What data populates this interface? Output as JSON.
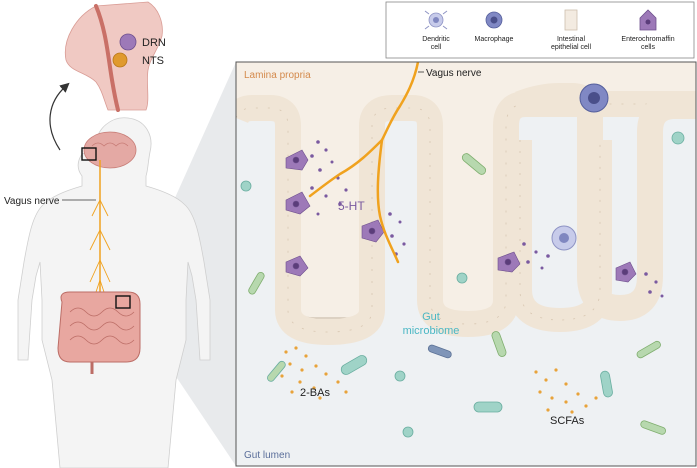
{
  "legend": {
    "items": [
      {
        "label_line1": "Dendritic",
        "label_line2": "cell",
        "icon": "dendritic-cell-icon"
      },
      {
        "label_line1": "Macrophage",
        "label_line2": "",
        "icon": "macrophage-icon"
      },
      {
        "label_line1": "Intestinal",
        "label_line2": "epithelial cell",
        "icon": "epithelial-cell-icon"
      },
      {
        "label_line1": "Enterochromaffin",
        "label_line2": "cells",
        "icon": "enterochromaffin-cell-icon"
      }
    ]
  },
  "brain": {
    "drn_label": "DRN",
    "nts_label": "NTS"
  },
  "body_diagram": {
    "vagus_label": "Vagus nerve"
  },
  "zoom": {
    "lamina_propria_label": "Lamina propria",
    "vagus_label": "Vagus nerve",
    "serotonin_label": "5-HT",
    "microbiome_line1": "Gut",
    "microbiome_line2": "microbiome",
    "bile_acids_label": "2-BAs",
    "scfa_label": "SCFAs",
    "gut_lumen_label": "Gut lumen"
  },
  "colors": {
    "nerve": "#f0a21e",
    "ec_cell": "#9d79b8",
    "serotonin": "#7a5aa0",
    "lamina": "#f6efe6",
    "lumen": "#eef1f3",
    "epithelium": "#f3ebe1",
    "microbiome_text": "#4ab7c4",
    "lamina_text": "#d48a4c",
    "lumen_text": "#5a6e9a",
    "bile_dots": "#e8a33a"
  }
}
